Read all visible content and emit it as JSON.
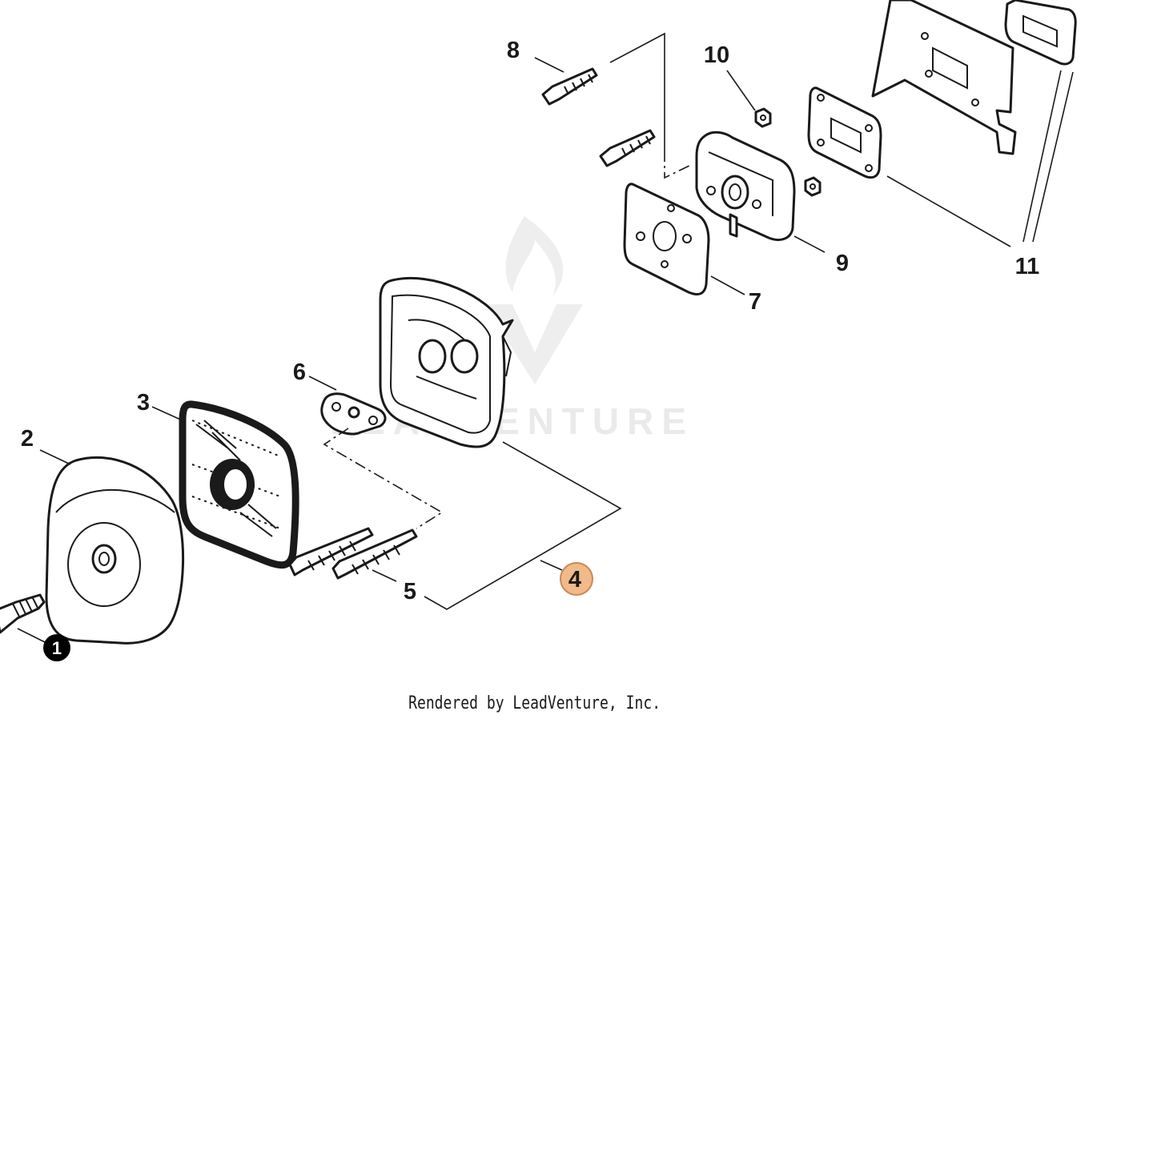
{
  "diagram": {
    "callouts": [
      {
        "id": "1",
        "label": "1",
        "style": "filled-black"
      },
      {
        "id": "2",
        "label": "2",
        "style": "plain"
      },
      {
        "id": "3",
        "label": "3",
        "style": "plain"
      },
      {
        "id": "4",
        "label": "4",
        "style": "highlighted",
        "color": "#f2b98a",
        "border": "#c98a55"
      },
      {
        "id": "5",
        "label": "5",
        "style": "plain"
      },
      {
        "id": "6",
        "label": "6",
        "style": "plain"
      },
      {
        "id": "7",
        "label": "7",
        "style": "plain"
      },
      {
        "id": "8",
        "label": "8",
        "style": "plain"
      },
      {
        "id": "9",
        "label": "9",
        "style": "plain"
      },
      {
        "id": "10",
        "label": "10",
        "style": "plain"
      },
      {
        "id": "11",
        "label": "11",
        "style": "plain"
      }
    ],
    "watermark": "LEADVENTURE",
    "credit": "Rendered by LeadVenture, Inc.",
    "colors": {
      "line": "#1a1a1a",
      "highlight": "#f2b98a",
      "watermark": "#d9d9d9"
    }
  }
}
